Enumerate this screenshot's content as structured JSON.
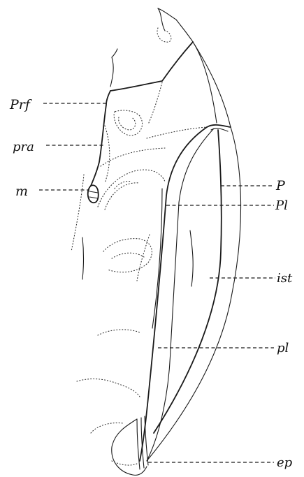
{
  "labels": {
    "left": [
      "Prf",
      "pra",
      "m"
    ],
    "right": [
      "P",
      "Pl",
      "ist",
      "pl",
      "ep"
    ]
  }
}
